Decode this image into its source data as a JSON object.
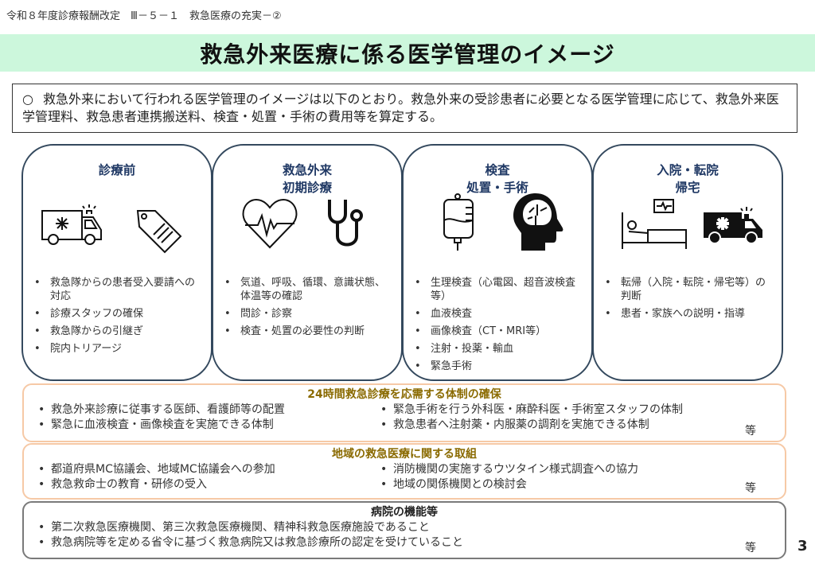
{
  "header": "令和８年度診療報酬改定　Ⅲ－５－１　救急医療の充実－②",
  "title": "救急外来医療に係る医学管理のイメージ",
  "intro": {
    "marker": "○",
    "text": "救急外来において行われる医学管理のイメージは以下のとおり。救急外来の受診患者に必要となる医学管理に応じて、救急外来医学管理料、救急患者連携搬送料、検査・処置・手術の費用等を算定する。"
  },
  "cards": [
    {
      "title1": "診療前",
      "title2": "",
      "icons": [
        "ambulance-outline-icon",
        "tag-icon"
      ],
      "items": [
        "救急隊からの患者受入要請への対応",
        "診療スタッフの確保",
        "救急隊からの引継ぎ",
        "院内トリアージ"
      ]
    },
    {
      "title1": "救急外来",
      "title2": "初期診療",
      "icons": [
        "heartbeat-icon",
        "stethoscope-icon"
      ],
      "items": [
        "気道、呼吸、循環、意識状態、体温等の確認",
        "問診・診察",
        "検査・処置の必要性の判断"
      ]
    },
    {
      "title1": "検査",
      "title2": "処置・手術",
      "icons": [
        "iv-bag-icon",
        "brain-head-icon"
      ],
      "items": [
        "生理検査（心電図、超音波検査等）",
        "血液検査",
        "画像検査（CT・MRI等）",
        "注射・投薬・輸血",
        "緊急手術"
      ]
    },
    {
      "title1": "入院・転院",
      "title2": "帰宅",
      "icons": [
        "hospital-bed-icon",
        "ambulance-filled-icon"
      ],
      "items": [
        "転帰（入院・転院・帰宅等）の判断",
        "患者・家族への説明・指導"
      ]
    }
  ],
  "sections": [
    {
      "title": "24時間救急診療を応需する体制の確保",
      "left": [
        "救急外来診療に従事する医師、看護師等の配置",
        "緊急に血液検査・画像検査を実施できる体制"
      ],
      "right": [
        "緊急手術を行う外科医・麻酔科医・手術室スタッフの体制",
        "救急患者へ注射薬・内服薬の調剤を実施できる体制"
      ],
      "etc": "等"
    },
    {
      "title": "地域の救急医療に関する取組",
      "left": [
        "都道府県MC協議会、地域MC協議会への参加",
        "救急救命士の教育・研修の受入"
      ],
      "right": [
        "消防機関の実施するウツタイン様式調査への協力",
        "地域の関係機関との検討会"
      ],
      "etc": "等"
    },
    {
      "title": "病院の機能等",
      "left": [
        "第二次救急医療機関、第三次救急医療機関、精神科救急医療施設であること",
        "救急病院等を定める省令に基づく救急病院又は救急診療所の認定を受けていること"
      ],
      "right": [],
      "etc": "等"
    }
  ],
  "page_number": "3"
}
